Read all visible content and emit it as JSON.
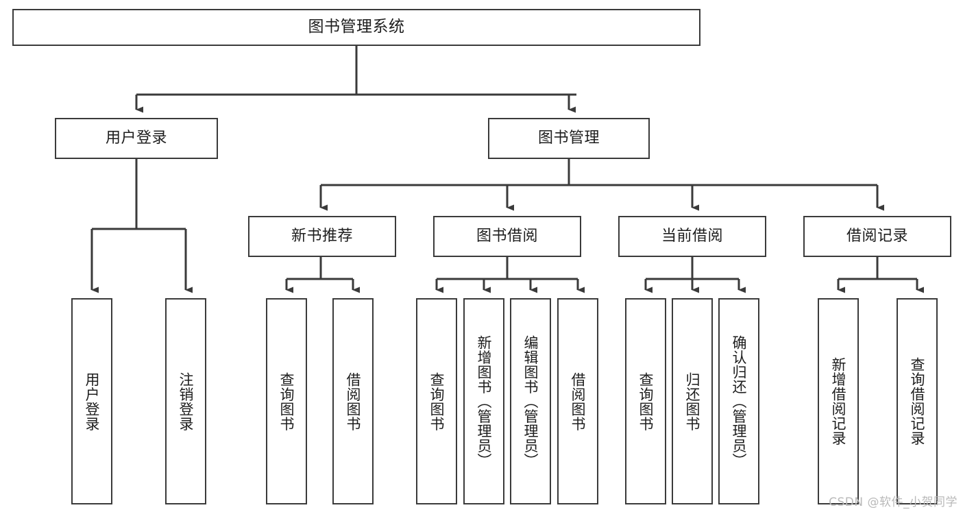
{
  "diagram": {
    "title": "图书管理系统",
    "type": "tree-hierarchy",
    "watermark": "CSDN @软件_小贺同学",
    "colors": {
      "stroke": "#3a3a3a",
      "fill": "#ffffff",
      "text": "#1d1d1d",
      "watermark": "#b9b9b9"
    },
    "nodes": {
      "root": "图书管理系统",
      "level1": [
        "用户登录",
        "图书管理"
      ],
      "level2": [
        "新书推荐",
        "图书借阅",
        "当前借阅",
        "借阅记录"
      ],
      "leaves": {
        "user_login": [
          "用户登录",
          "注销登录"
        ],
        "new_book": [
          "查询图书",
          "借阅图书"
        ],
        "book_borrow": [
          "查询图书",
          "新增图书（管理员）",
          "编辑图书（管理员）",
          "借阅图书"
        ],
        "current_borrow": [
          "查询图书",
          "归还图书",
          "确认归还（管理员）"
        ],
        "borrow_record": [
          "新增借阅记录",
          "查询借阅记录"
        ]
      }
    }
  }
}
